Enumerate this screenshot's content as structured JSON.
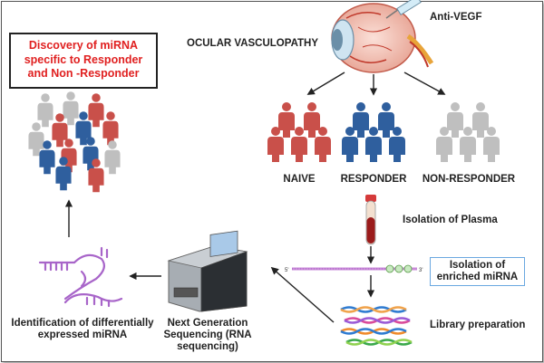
{
  "title": "Discovery of miRNA specific to Responder and Non -Responder",
  "title_lines": [
    "Discovery of miRNA",
    "specific to Responder",
    "and Non -Responder"
  ],
  "labels": {
    "ocular": "OCULAR VASCULOPATHY",
    "anti_vegf": "Anti-VEGF",
    "naive": "NAIVE",
    "responder": "RESPONDER",
    "non_responder": "NON-RESPONDER",
    "isolation_plasma": "Isolation of Plasma",
    "enriched_lines": [
      "Isolation of",
      "enriched miRNA"
    ],
    "library": "Library preparation",
    "ngs_lines": [
      "Next Generation",
      "Sequencing (RNA",
      "sequencing)"
    ],
    "identification_lines": [
      "Identification of differentially",
      "expressed miRNA"
    ],
    "strand_5": "5'",
    "strand_3": "3'"
  },
  "colors": {
    "title_red": "#e02020",
    "naive": "#c9504a",
    "responder": "#2f5f9e",
    "non_responder": "#bfbfbf",
    "mirna": "#a865c9",
    "blood": "#9b1b1b",
    "box_blue": "#6aa8e0"
  },
  "icons": [
    "eye-icon",
    "syringe-icon",
    "people-group-icon",
    "blood-tube-icon",
    "sequencer-icon",
    "dna-strands-icon",
    "mirna-icon",
    "arrow-icon"
  ]
}
